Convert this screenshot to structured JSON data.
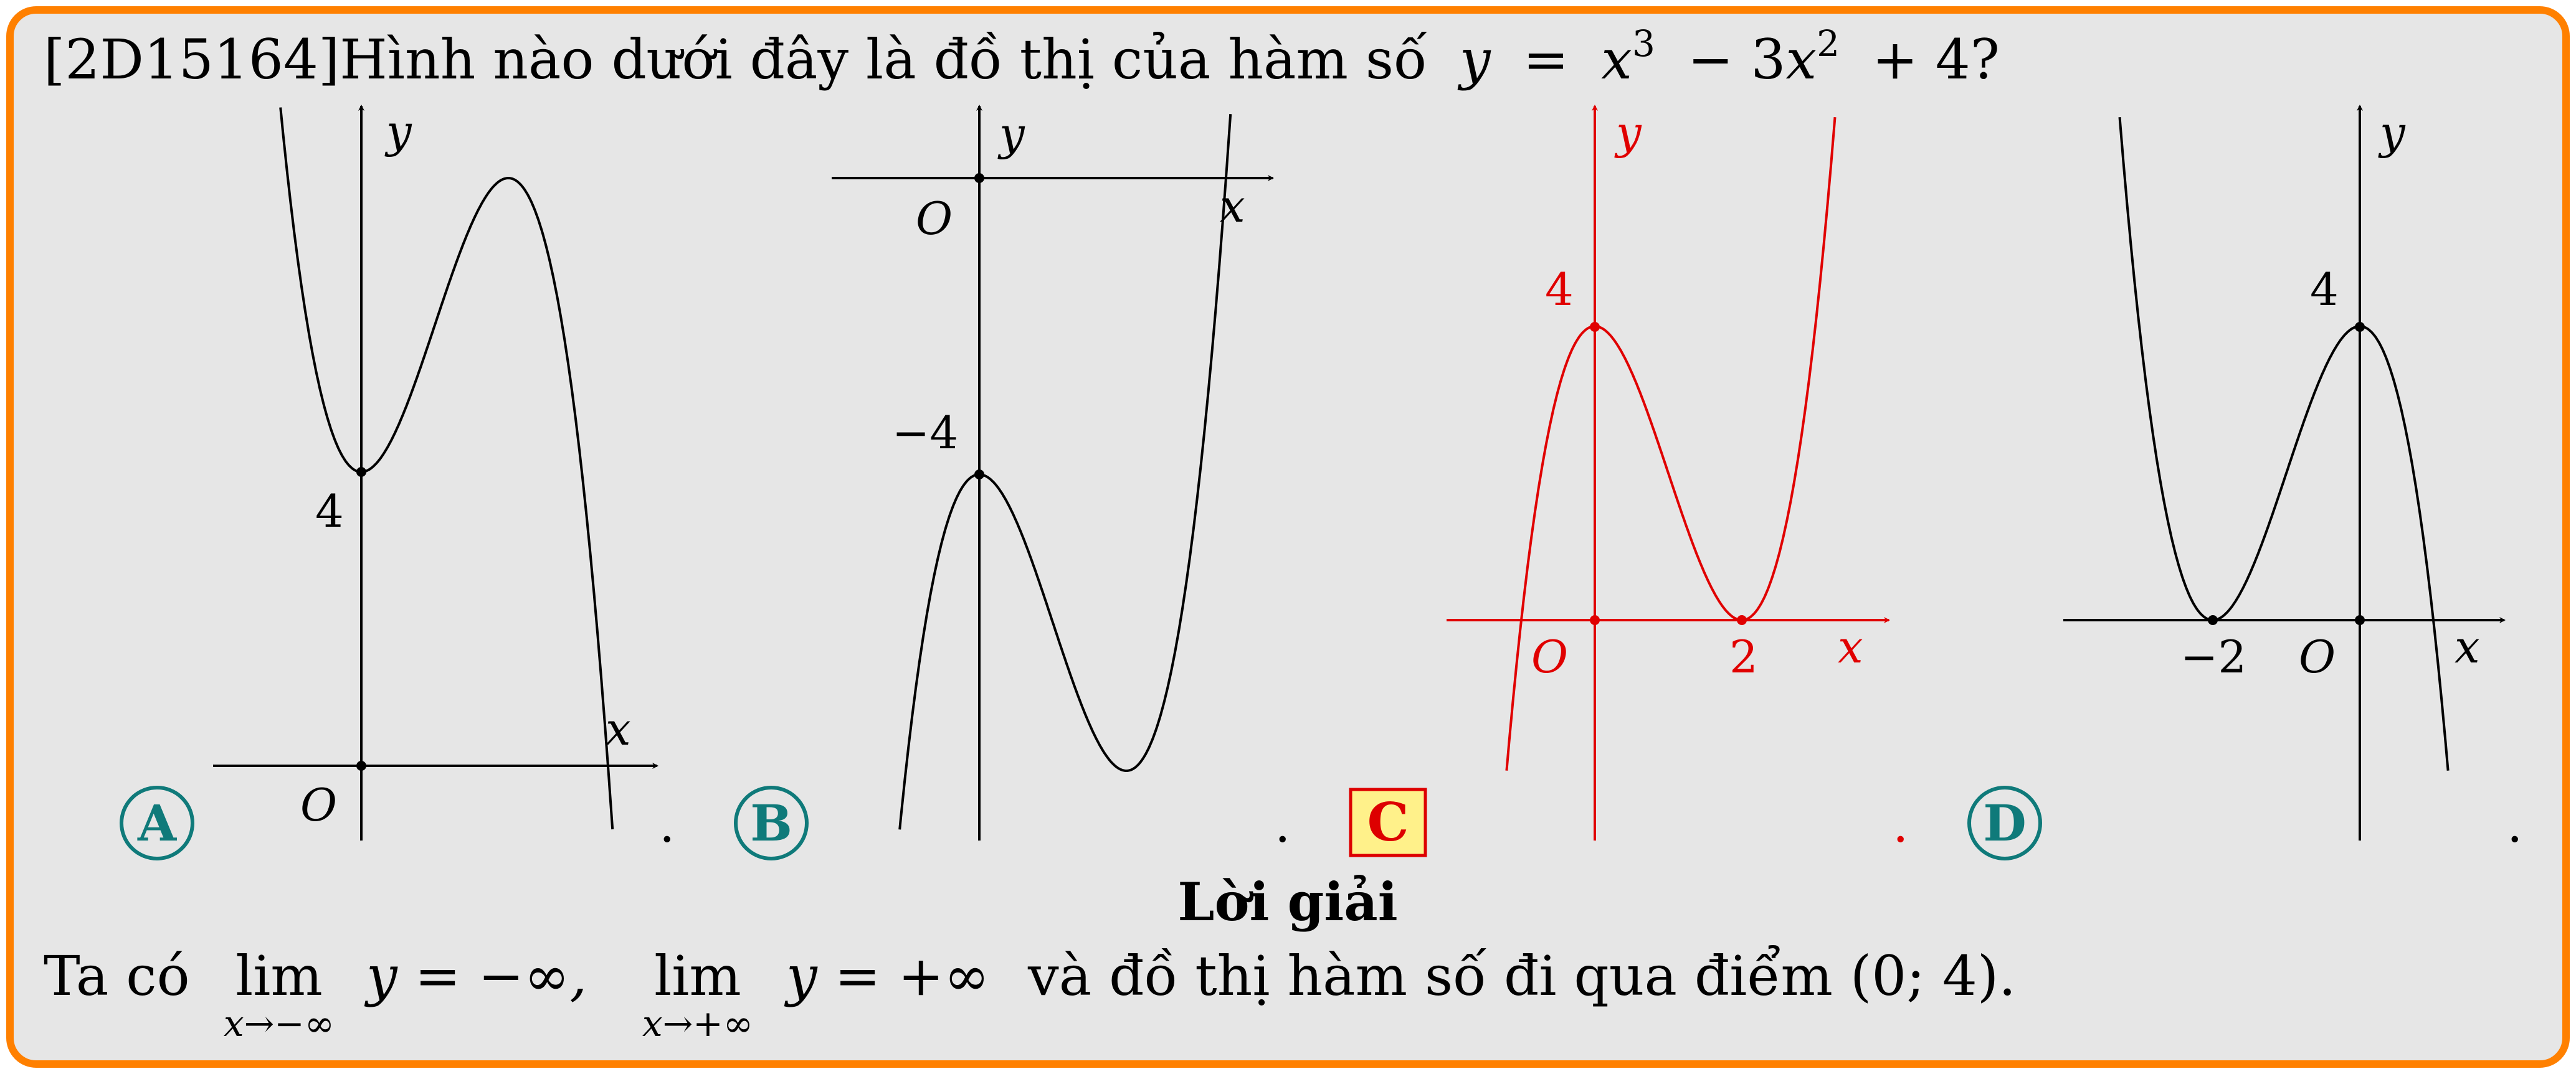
{
  "question": {
    "id": "[2D15164]",
    "text": "Hình nào dưới đây là đồ thị của hàm số",
    "formula_y": "y",
    "formula_eq": "=",
    "formula_x": "x",
    "formula_exp3": "3",
    "formula_minus": "− 3",
    "formula_exp2": "2",
    "formula_tail": "+ 4?"
  },
  "options": [
    {
      "label": "A",
      "axis_x": "x",
      "axis_y": "y",
      "origin": "O",
      "tick_value": "4",
      "period": "."
    },
    {
      "label": "B",
      "axis_x": "x",
      "axis_y": "y",
      "origin": "O",
      "tick_value": "−4",
      "period": "."
    },
    {
      "label": "C",
      "axis_x": "x",
      "axis_y": "y",
      "origin": "O",
      "tick_value": "4",
      "tick_x": "2",
      "period": "."
    },
    {
      "label": "D",
      "axis_x": "x",
      "axis_y": "y",
      "origin": "O",
      "tick_value": "4",
      "tick_x": "−2",
      "period": "."
    }
  ],
  "correct_option": "C",
  "colors": {
    "border": "#ff8000",
    "panel": "#e6e6e6",
    "label_teal": "#0f7a7a",
    "answer_red": "#dd0000",
    "answer_box": "#fff18a"
  },
  "solution": {
    "heading": "Lời giải",
    "text_1": "Ta có",
    "lim": "lim",
    "sub_1": "x→−∞",
    "expr_1": "y = −∞,",
    "sub_2": "x→+∞",
    "expr_2": "y = +∞",
    "text_2": "và đồ thị hàm số đi qua điểm (0; 4)."
  }
}
